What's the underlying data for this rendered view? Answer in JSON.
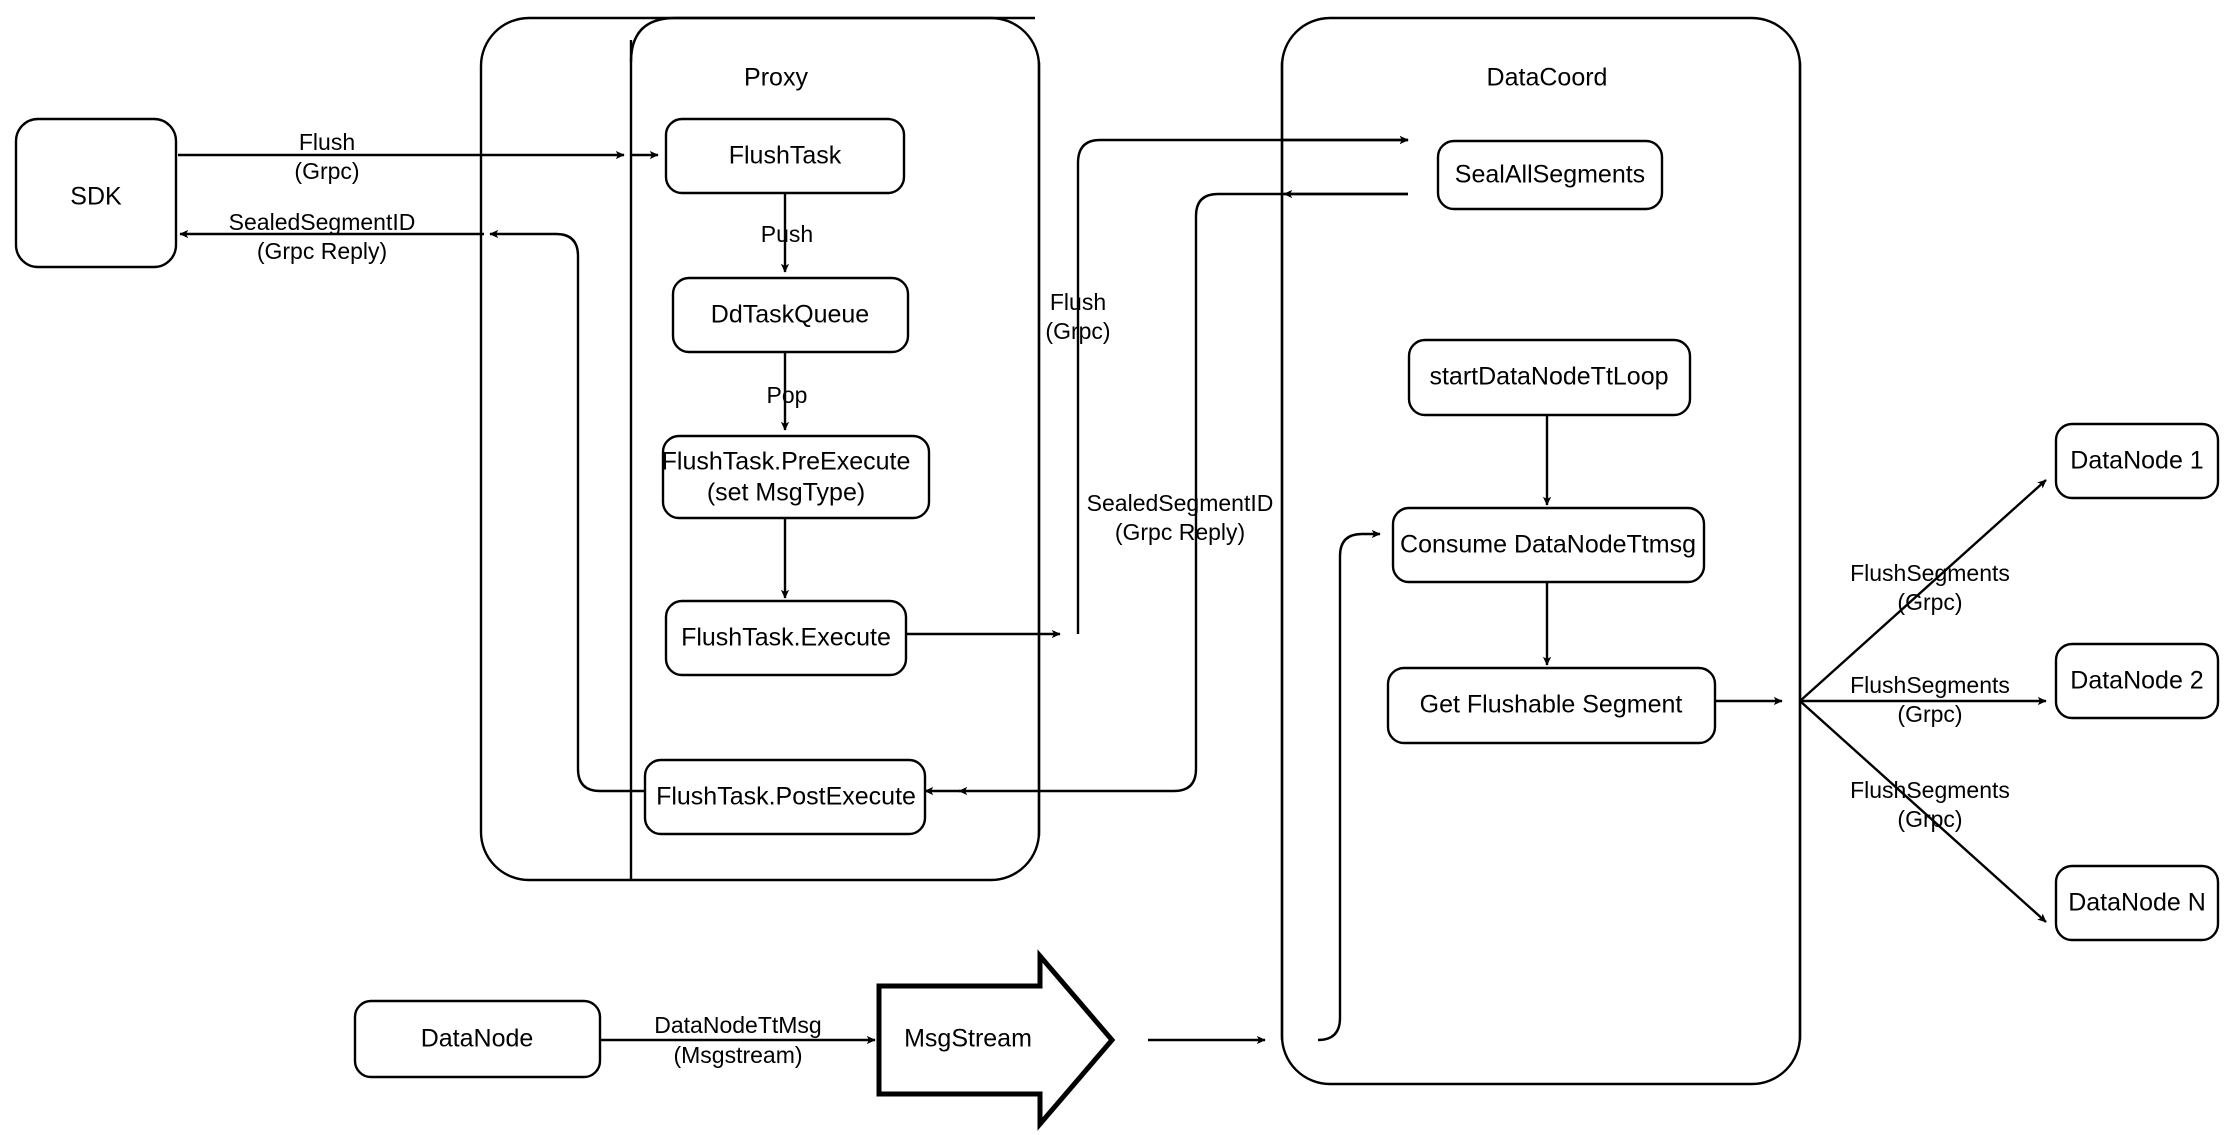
{
  "diagram": {
    "title": "Milvus Flush Sequence Architecture",
    "background": "#ffffff",
    "stroke": "#000000"
  },
  "containers": [
    {
      "id": "proxy",
      "label": "Proxy"
    },
    {
      "id": "datacoord",
      "label": "DataCoord"
    }
  ],
  "nodes": {
    "sdk": "SDK",
    "flush_task": "FlushTask",
    "dd_task_queue": "DdTaskQueue",
    "pre_execute_line1": "FlushTask.PreExecute",
    "pre_execute_line2": "(set MsgType)",
    "execute": "FlushTask.Execute",
    "post_execute": "FlushTask.PostExecute",
    "seal_all_segments": "SealAllSegments",
    "start_tt_loop": "startDataNodeTtLoop",
    "consume_ttmsg": "Consume DataNodeTtmsg",
    "get_flushable": "Get Flushable Segment",
    "datanode_1": "DataNode 1",
    "datanode_2": "DataNode 2",
    "datanode_n": "DataNode N",
    "datanode_src": "DataNode",
    "msgstream": "MsgStream"
  },
  "edge_labels": {
    "sdk_flush_l1": "Flush",
    "sdk_flush_l2": "(Grpc)",
    "sdk_reply_l1": "SealedSegmentID",
    "sdk_reply_l2": "(Grpc Reply)",
    "push": "Push",
    "pop": "Pop",
    "proxy_flush_l1": "Flush",
    "proxy_flush_l2": "(Grpc)",
    "proxy_reply_l1": "SealedSegmentID",
    "proxy_reply_l2": "(Grpc Reply)",
    "ttmsg_l1": "DataNodeTtMsg",
    "ttmsg_l2": "(Msgstream)",
    "flush_seg_1_l1": "FlushSegments",
    "flush_seg_1_l2": "(Grpc)",
    "flush_seg_2_l1": "FlushSegments",
    "flush_seg_2_l2": "(Grpc)",
    "flush_seg_n_l1": "FlushSegments",
    "flush_seg_n_l2": "(Grpc)"
  }
}
